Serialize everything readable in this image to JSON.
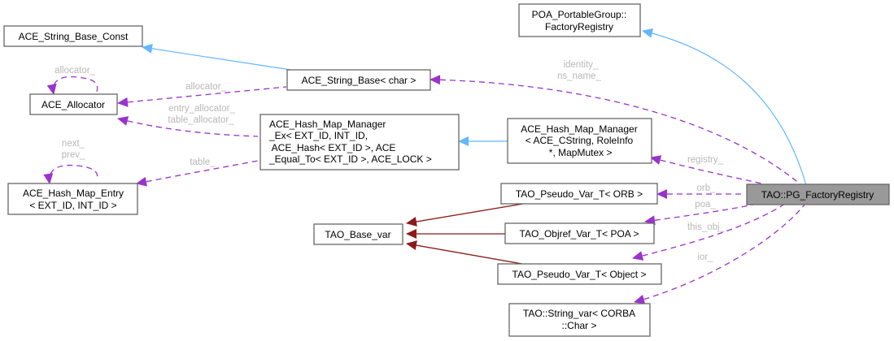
{
  "diagram": {
    "title": "Collaboration diagram for TAO::PG_FactoryRegistry",
    "colors": {
      "public_inheritance": "#63b8ff",
      "protected_inheritance": "#8b1a1a",
      "usage": "#9a32cd",
      "focus_node_fill": "#999999",
      "edge_label": "#b8b8b8"
    },
    "nodes": [
      {
        "id": "poa_pg_factory_registry",
        "lines": [
          "POA_PortableGroup::",
          "FactoryRegistry"
        ],
        "focus": false
      },
      {
        "id": "ace_string_base_const",
        "lines": [
          "ACE_String_Base_Const"
        ],
        "focus": false
      },
      {
        "id": "ace_string_base_char",
        "lines": [
          "ACE_String_Base< char >"
        ],
        "focus": false
      },
      {
        "id": "ace_allocator",
        "lines": [
          "ACE_Allocator"
        ],
        "focus": false
      },
      {
        "id": "ace_hash_map_manager_ex",
        "lines": [
          "ACE_Hash_Map_Manager",
          "_Ex< EXT_ID, INT_ID,",
          " ACE_Hash< EXT_ID >, ACE",
          "_Equal_To< EXT_ID >, ACE_LOCK >"
        ],
        "focus": false
      },
      {
        "id": "ace_hash_map_manager_cstring",
        "lines": [
          "ACE_Hash_Map_Manager",
          "< ACE_CString, RoleInfo",
          " *, MapMutex >"
        ],
        "focus": false
      },
      {
        "id": "ace_hash_map_entry",
        "lines": [
          "ACE_Hash_Map_Entry",
          "< EXT_ID, INT_ID >"
        ],
        "focus": false
      },
      {
        "id": "tao_pg_factory_registry",
        "lines": [
          "TAO::PG_FactoryRegistry"
        ],
        "focus": true
      },
      {
        "id": "tao_pseudo_var_orb",
        "lines": [
          "TAO_Pseudo_Var_T< ORB >"
        ],
        "focus": false
      },
      {
        "id": "tao_base_var",
        "lines": [
          "TAO_Base_var"
        ],
        "focus": false
      },
      {
        "id": "tao_objref_var_poa",
        "lines": [
          "TAO_Objref_Var_T< POA >"
        ],
        "focus": false
      },
      {
        "id": "tao_pseudo_var_object",
        "lines": [
          "TAO_Pseudo_Var_T< Object >"
        ],
        "focus": false
      },
      {
        "id": "tao_string_var_char",
        "lines": [
          "TAO::String_var< CORBA",
          "::Char >"
        ],
        "focus": false
      }
    ],
    "edges": [
      {
        "from": "tao_pg_factory_registry",
        "to": "poa_pg_factory_registry",
        "kind": "public_inheritance",
        "labels": []
      },
      {
        "from": "ace_string_base_char",
        "to": "ace_string_base_const",
        "kind": "public_inheritance",
        "labels": []
      },
      {
        "from": "ace_hash_map_manager_cstring",
        "to": "ace_hash_map_manager_ex",
        "kind": "public_inheritance",
        "labels": []
      },
      {
        "from": "tao_pseudo_var_orb",
        "to": "tao_base_var",
        "kind": "protected_inheritance",
        "labels": []
      },
      {
        "from": "tao_objref_var_poa",
        "to": "tao_base_var",
        "kind": "protected_inheritance",
        "labels": []
      },
      {
        "from": "tao_pseudo_var_object",
        "to": "tao_base_var",
        "kind": "protected_inheritance",
        "labels": []
      },
      {
        "from": "ace_allocator",
        "to": "ace_allocator",
        "kind": "usage",
        "labels": [
          "allocator_"
        ]
      },
      {
        "from": "ace_string_base_char",
        "to": "ace_allocator",
        "kind": "usage",
        "labels": [
          "allocator_"
        ]
      },
      {
        "from": "ace_hash_map_manager_ex",
        "to": "ace_allocator",
        "kind": "usage",
        "labels": [
          "entry_allocator_",
          "table_allocator_"
        ]
      },
      {
        "from": "ace_hash_map_entry",
        "to": "ace_hash_map_entry",
        "kind": "usage",
        "labels": [
          "next_",
          "prev_"
        ]
      },
      {
        "from": "ace_hash_map_manager_ex",
        "to": "ace_hash_map_entry",
        "kind": "usage",
        "labels": [
          "table_"
        ]
      },
      {
        "from": "tao_pg_factory_registry",
        "to": "ace_string_base_char",
        "kind": "usage",
        "labels": [
          "identity_",
          "ns_name_"
        ]
      },
      {
        "from": "tao_pg_factory_registry",
        "to": "ace_hash_map_manager_cstring",
        "kind": "usage",
        "labels": [
          "registry_"
        ]
      },
      {
        "from": "tao_pg_factory_registry",
        "to": "tao_pseudo_var_orb",
        "kind": "usage",
        "labels": [
          "orb_"
        ]
      },
      {
        "from": "tao_pg_factory_registry",
        "to": "tao_objref_var_poa",
        "kind": "usage",
        "labels": [
          "poa_"
        ]
      },
      {
        "from": "tao_pg_factory_registry",
        "to": "tao_pseudo_var_object",
        "kind": "usage",
        "labels": [
          "this_obj_"
        ]
      },
      {
        "from": "tao_pg_factory_registry",
        "to": "tao_string_var_char",
        "kind": "usage",
        "labels": [
          "ior_"
        ]
      }
    ]
  }
}
